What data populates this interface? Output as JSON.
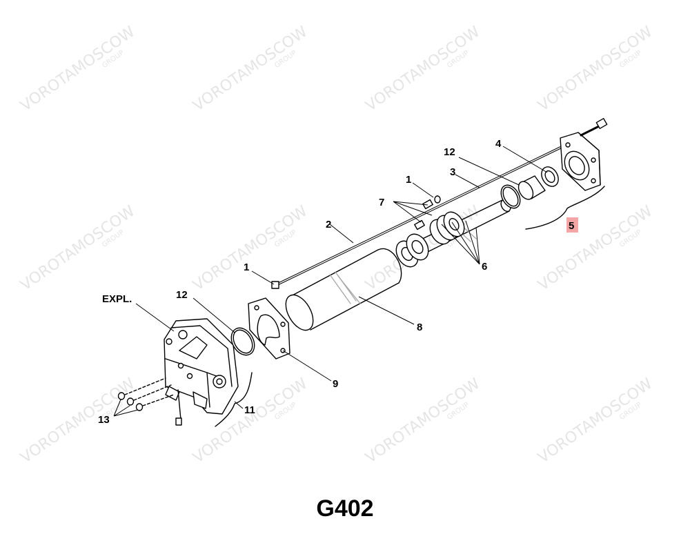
{
  "labels": {
    "expl": "EXPL.",
    "l1a": "1",
    "l1b": "1",
    "l2": "2",
    "l3": "3",
    "l4": "4",
    "l5": "5",
    "l6": "6",
    "l7": "7",
    "l8": "8",
    "l9": "9",
    "l11": "11",
    "l12a": "12",
    "l12b": "12",
    "l13": "13"
  },
  "caption": "G402",
  "watermark": {
    "text": "VOROTAMOSCOW",
    "sub": "GROUP"
  },
  "highlight_color": "#f4a6a6",
  "watermark_color": "#e5e5e5"
}
